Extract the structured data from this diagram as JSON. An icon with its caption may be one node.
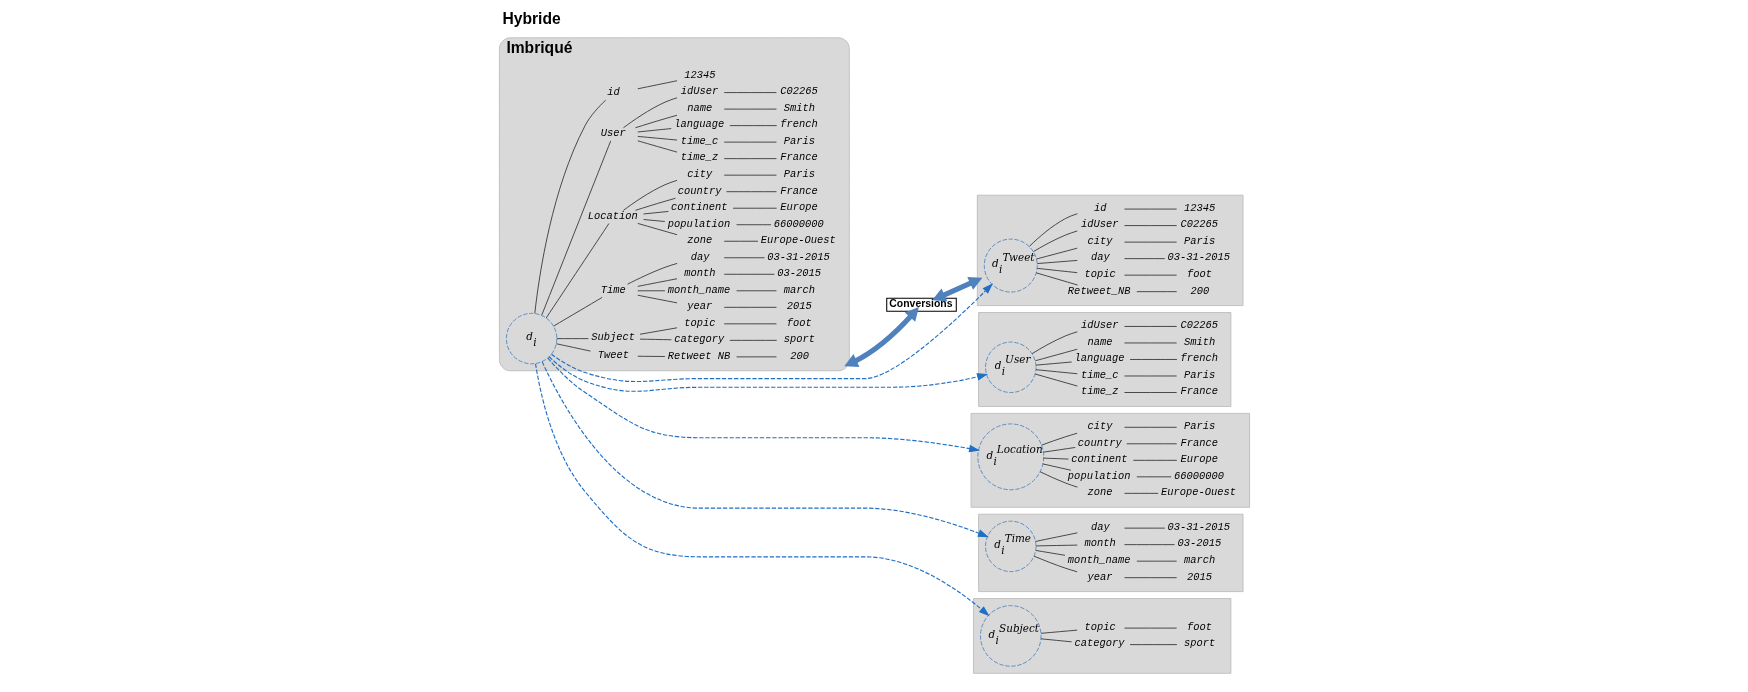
{
  "diagram": {
    "nodes": [
      {
        "text": [
          "Imbriqué"
        ]
      },
      {
        "text": [
          "d$_{i}$"
        ],
        "in": 0
      },
      {
        "text": [
          "id"
        ],
        "in": 0
      },
      {
        "text": [
          "12345"
        ],
        "in": 0
      },
      {
        "text": [
          "User"
        ],
        "in": 0
      },
      {
        "text": [
          "idUser"
        ],
        "in": 0
      },
      {
        "text": [
          "C02265"
        ],
        "in": 0
      },
      {
        "text": [
          "name"
        ],
        "in": 0
      },
      {
        "text": [
          "Smith"
        ],
        "in": 0
      },
      {
        "text": [
          "language"
        ],
        "in": 0
      },
      {
        "text": [
          "french"
        ],
        "in": 0
      },
      {
        "text": [
          "time_c"
        ],
        "in": 0
      },
      {
        "text": [
          "Paris"
        ],
        "in": 0
      },
      {
        "text": [
          "time_z"
        ],
        "in": 0
      },
      {
        "text": [
          "France"
        ],
        "in": 0
      },
      {
        "text": [
          "Location"
        ],
        "in": 0
      },
      {
        "text": [
          "city"
        ],
        "in": 0
      },
      {
        "text": [
          "Paris"
        ],
        "in": 0
      },
      {
        "text": [
          "country"
        ],
        "in": 0
      },
      {
        "text": [
          "France"
        ],
        "in": 0
      },
      {
        "text": [
          "continent"
        ],
        "in": 0
      },
      {
        "text": [
          "Europe"
        ],
        "in": 0
      },
      {
        "text": [
          "population"
        ],
        "in": 0
      },
      {
        "text": [
          "66000000"
        ],
        "in": 0
      },
      {
        "text": [
          "zone"
        ],
        "in": 0
      },
      {
        "text": [
          "Europe-Ouest"
        ],
        "in": 0
      },
      {
        "text": [
          "Time"
        ],
        "in": 0
      },
      {
        "text": [
          "day"
        ],
        "in": 0
      },
      {
        "text": [
          "03-31-2015"
        ],
        "in": 0
      },
      {
        "text": [
          "month"
        ],
        "in": 0
      },
      {
        "text": [
          "03-2015"
        ],
        "in": 0
      },
      {
        "text": [
          "month_name"
        ],
        "in": 0
      },
      {
        "text": [
          "march"
        ],
        "in": 0
      },
      {
        "text": [
          "year"
        ],
        "in": 0
      },
      {
        "text": [
          "2015"
        ],
        "in": 0
      },
      {
        "text": [
          "Subject"
        ],
        "in": 0
      },
      {
        "text": [
          "topic"
        ],
        "in": 0
      },
      {
        "text": [
          "foot"
        ],
        "in": 0
      },
      {
        "text": [
          "category"
        ],
        "in": 0
      },
      {
        "text": [
          "sport"
        ],
        "in": 0
      },
      {
        "text": [
          "Tweet"
        ],
        "in": 0
      },
      {
        "text": [
          "Retweet NB"
        ],
        "in": 0
      },
      {
        "text": [
          "200"
        ],
        "in": 0
      },
      {
        "text": [
          "Conversions"
        ]
      },
      {
        "text": [],
        "shape": "box"
      },
      {
        "text": [
          "d$_{i}$$^{Tweet}$"
        ],
        "in": 44
      },
      {
        "text": [
          "id"
        ],
        "in": 44
      },
      {
        "text": [
          "12345"
        ],
        "in": 44
      },
      {
        "text": [
          "idUser"
        ],
        "in": 44
      },
      {
        "text": [
          "C02265"
        ],
        "in": 44
      },
      {
        "text": [
          "city"
        ],
        "in": 44
      },
      {
        "text": [
          "Paris"
        ],
        "in": 44
      },
      {
        "text": [
          "day"
        ],
        "in": 44
      },
      {
        "text": [
          "03-31-2015"
        ],
        "in": 44
      },
      {
        "text": [
          "topic"
        ],
        "in": 44
      },
      {
        "text": [
          "foot"
        ],
        "in": 44
      },
      {
        "text": [
          "Retweet_NB"
        ],
        "in": 44
      },
      {
        "text": [
          "200"
        ],
        "in": 44
      },
      {
        "text": [],
        "shape": "box"
      },
      {
        "text": [
          "d$_{i}$$^{User}$"
        ],
        "in": 58
      },
      {
        "text": [
          "idUser"
        ],
        "in": 58
      },
      {
        "text": [
          "C02265"
        ],
        "in": 58
      },
      {
        "text": [
          "name"
        ],
        "in": 58
      },
      {
        "text": [
          "Smith"
        ],
        "in": 58
      },
      {
        "text": [
          "language"
        ],
        "in": 58
      },
      {
        "text": [
          "french"
        ],
        "in": 58
      },
      {
        "text": [
          "time_c"
        ],
        "in": 58
      },
      {
        "text": [
          "Paris"
        ],
        "in": 58
      },
      {
        "text": [
          "time_z"
        ],
        "in": 58
      },
      {
        "text": [
          "France"
        ],
        "in": 58
      },
      {
        "text": [],
        "shape": "box"
      },
      {
        "text": [
          "d$_{i}$$^{Location}$"
        ],
        "in": 70
      },
      {
        "text": [
          "city"
        ],
        "in": 70
      },
      {
        "text": [
          "Paris"
        ],
        "in": 70
      },
      {
        "text": [
          "country"
        ],
        "in": 70
      },
      {
        "text": [
          "France"
        ],
        "in": 70
      },
      {
        "text": [
          "continent"
        ],
        "in": 70
      },
      {
        "text": [
          "Europe"
        ],
        "in": 70
      },
      {
        "text": [
          "population"
        ],
        "in": 70
      },
      {
        "text": [
          "66000000"
        ],
        "in": 70
      },
      {
        "text": [
          "zone"
        ],
        "in": 70
      },
      {
        "text": [
          "Europe-Ouest"
        ],
        "in": 70
      },
      {
        "text": [],
        "shape": "box"
      },
      {
        "text": [
          "d$_{i}$$^{Time}$"
        ],
        "in": 82
      },
      {
        "text": [
          "day"
        ],
        "in": 82
      },
      {
        "text": [
          "03-31-2015"
        ],
        "in": 82
      },
      {
        "text": [
          "month"
        ],
        "in": 82
      },
      {
        "text": [
          "03-2015"
        ],
        "in": 82
      },
      {
        "text": [
          "month_name"
        ],
        "in": 82
      },
      {
        "text": [
          "march"
        ],
        "in": 82
      },
      {
        "text": [
          "year"
        ],
        "in": 82
      },
      {
        "text": [
          "2015"
        ],
        "in": 82
      },
      {
        "text": [],
        "shape": "box"
      },
      {
        "text": [
          "d$_{i}$$^{Subject}$"
        ],
        "in": 92
      },
      {
        "text": [
          "topic"
        ],
        "in": 92
      },
      {
        "text": [
          "foot"
        ],
        "in": 92
      },
      {
        "text": [
          "category"
        ],
        "in": 92
      },
      {
        "text": [
          "sport"
        ],
        "in": 92
      }
    ],
    "edges": [
      {
        "from": 0,
        "to": 43,
        "arrow": "both",
        "style": "thick",
        "color": "#4f81bd"
      },
      {
        "from": 43,
        "to": 44,
        "arrow": "both",
        "style": "thick",
        "color": "#4f81bd"
      },
      {
        "from": 1,
        "to": 2,
        "arrow": "none"
      },
      {
        "from": 2,
        "to": 3,
        "arrow": "none"
      },
      {
        "from": 1,
        "to": 4,
        "arrow": "none"
      },
      {
        "from": 4,
        "to": 5,
        "arrow": "none"
      },
      {
        "from": 5,
        "to": 6,
        "arrow": "none"
      },
      {
        "from": 4,
        "to": 7,
        "arrow": "none"
      },
      {
        "from": 7,
        "to": 8,
        "arrow": "none"
      },
      {
        "from": 4,
        "to": 9,
        "arrow": "none"
      },
      {
        "from": 9,
        "to": 10,
        "arrow": "none"
      },
      {
        "from": 4,
        "to": 11,
        "arrow": "none"
      },
      {
        "from": 11,
        "to": 12,
        "arrow": "none"
      },
      {
        "from": 4,
        "to": 13,
        "arrow": "none"
      },
      {
        "from": 13,
        "to": 14,
        "arrow": "none"
      },
      {
        "from": 1,
        "to": 15,
        "arrow": "none"
      },
      {
        "from": 15,
        "to": 16,
        "arrow": "none"
      },
      {
        "from": 16,
        "to": 17,
        "arrow": "none"
      },
      {
        "from": 15,
        "to": 18,
        "arrow": "none"
      },
      {
        "from": 18,
        "to": 19,
        "arrow": "none"
      },
      {
        "from": 15,
        "to": 20,
        "arrow": "none"
      },
      {
        "from": 20,
        "to": 21,
        "arrow": "none"
      },
      {
        "from": 15,
        "to": 22,
        "arrow": "none"
      },
      {
        "from": 22,
        "to": 23,
        "arrow": "none"
      },
      {
        "from": 15,
        "to": 24,
        "arrow": "none"
      },
      {
        "from": 24,
        "to": 25,
        "arrow": "none"
      },
      {
        "from": 1,
        "to": 26,
        "arrow": "none"
      },
      {
        "from": 26,
        "to": 27,
        "arrow": "none"
      },
      {
        "from": 27,
        "to": 28,
        "arrow": "none"
      },
      {
        "from": 26,
        "to": 29,
        "arrow": "none"
      },
      {
        "from": 29,
        "to": 30,
        "arrow": "none"
      },
      {
        "from": 26,
        "to": 31,
        "arrow": "none"
      },
      {
        "from": 31,
        "to": 32,
        "arrow": "none"
      },
      {
        "from": 26,
        "to": 33,
        "arrow": "none"
      },
      {
        "from": 33,
        "to": 34,
        "arrow": "none"
      },
      {
        "from": 1,
        "to": 35,
        "arrow": "none"
      },
      {
        "from": 35,
        "to": 36,
        "arrow": "none"
      },
      {
        "from": 36,
        "to": 37,
        "arrow": "none"
      },
      {
        "from": 35,
        "to": 38,
        "arrow": "none"
      },
      {
        "from": 38,
        "to": 39,
        "arrow": "none"
      },
      {
        "from": 1,
        "to": 40,
        "arrow": "none"
      },
      {
        "from": 40,
        "to": 41,
        "arrow": "none"
      },
      {
        "from": 41,
        "to": 42,
        "arrow": "none"
      },
      {
        "from": 45,
        "to": 46,
        "arrow": "none"
      },
      {
        "from": 46,
        "to": 47,
        "arrow": "none"
      },
      {
        "from": 45,
        "to": 48,
        "arrow": "none"
      },
      {
        "from": 48,
        "to": 49,
        "arrow": "none"
      },
      {
        "from": 45,
        "to": 50,
        "arrow": "none"
      },
      {
        "from": 50,
        "to": 51,
        "arrow": "none"
      },
      {
        "from": 45,
        "to": 52,
        "arrow": "none"
      },
      {
        "from": 52,
        "to": 53,
        "arrow": "none"
      },
      {
        "from": 45,
        "to": 54,
        "arrow": "none"
      },
      {
        "from": 54,
        "to": 55,
        "arrow": "none"
      },
      {
        "from": 45,
        "to": 56,
        "arrow": "none"
      },
      {
        "from": 56,
        "to": 57,
        "arrow": "none"
      },
      {
        "from": 59,
        "to": 60,
        "arrow": "none"
      },
      {
        "from": 60,
        "to": 61,
        "arrow": "none"
      },
      {
        "from": 59,
        "to": 62,
        "arrow": "none"
      },
      {
        "from": 62,
        "to": 63,
        "arrow": "none"
      },
      {
        "from": 59,
        "to": 64,
        "arrow": "none"
      },
      {
        "from": 64,
        "to": 65,
        "arrow": "none"
      },
      {
        "from": 59,
        "to": 66,
        "arrow": "none"
      },
      {
        "from": 66,
        "to": 67,
        "arrow": "none"
      },
      {
        "from": 59,
        "to": 68,
        "arrow": "none"
      },
      {
        "from": 68,
        "to": 69,
        "arrow": "none"
      },
      {
        "from": 71,
        "to": 72,
        "arrow": "none"
      },
      {
        "from": 72,
        "to": 73,
        "arrow": "none"
      },
      {
        "from": 71,
        "to": 74,
        "arrow": "none"
      },
      {
        "from": 74,
        "to": 75,
        "arrow": "none"
      },
      {
        "from": 71,
        "to": 76,
        "arrow": "none"
      },
      {
        "from": 76,
        "to": 77,
        "arrow": "none"
      },
      {
        "from": 71,
        "to": 78,
        "arrow": "none"
      },
      {
        "from": 78,
        "to": 79,
        "arrow": "none"
      },
      {
        "from": 71,
        "to": 80,
        "arrow": "none"
      },
      {
        "from": 80,
        "to": 81,
        "arrow": "none"
      },
      {
        "from": 83,
        "to": 84,
        "arrow": "none"
      },
      {
        "from": 84,
        "to": 85,
        "arrow": "none"
      },
      {
        "from": 83,
        "to": 86,
        "arrow": "none"
      },
      {
        "from": 86,
        "to": 87,
        "arrow": "none"
      },
      {
        "from": 83,
        "to": 88,
        "arrow": "none"
      },
      {
        "from": 88,
        "to": 89,
        "arrow": "none"
      },
      {
        "from": 83,
        "to": 90,
        "arrow": "none"
      },
      {
        "from": 90,
        "to": 91,
        "arrow": "none"
      },
      {
        "from": 93,
        "to": 94,
        "arrow": "none"
      },
      {
        "from": 94,
        "to": 95,
        "arrow": "none"
      },
      {
        "from": 93,
        "to": 96,
        "arrow": "none"
      },
      {
        "from": 96,
        "to": 97,
        "arrow": "none"
      },
      {
        "from": 1,
        "to": 45,
        "arrow": "to",
        "style": "dashed",
        "color": "#1f6fc5"
      },
      {
        "from": 1,
        "to": 59,
        "arrow": "to",
        "style": "dashed",
        "color": "#1f6fc5"
      },
      {
        "from": 1,
        "to": 71,
        "arrow": "to",
        "style": "dashed",
        "color": "#1f6fc5"
      },
      {
        "from": 1,
        "to": 83,
        "arrow": "to",
        "style": "dashed",
        "color": "#1f6fc5"
      },
      {
        "from": 1,
        "to": 93,
        "arrow": "to",
        "style": "dashed",
        "color": "#1f6fc5"
      }
    ],
    "labels": [
      "Hybride"
    ]
  }
}
